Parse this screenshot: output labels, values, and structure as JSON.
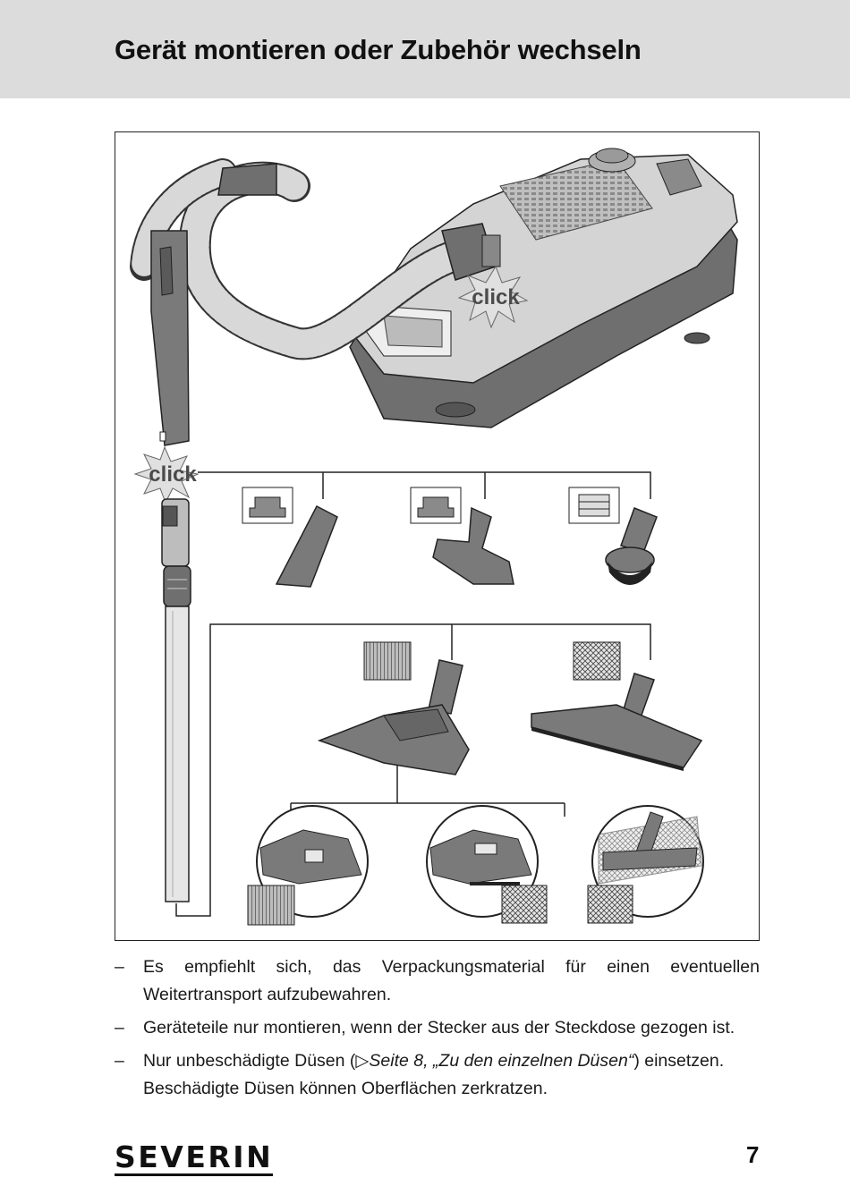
{
  "header": {
    "title": "Gerät montieren oder Zubehör wechseln"
  },
  "figure": {
    "click_label_top": "click",
    "click_label_left": "click"
  },
  "notes": [
    {
      "text": "Es empfiehlt sich, das Verpackungsmaterial für einen eventuellen Weitertransport aufzubewahren."
    },
    {
      "text": "Geräteteile nur montieren, wenn der Stecker aus der Steckdose gezogen ist."
    },
    {
      "before": "Nur unbeschädigte Düsen (",
      "arrow": "▷",
      "ref": "Seite 8, „Zu den einzelnen Düsen“",
      "after": ") einsetzen. Beschädigte Düsen können Oberflächen zerkratzen."
    }
  ],
  "footer": {
    "brand": "SEVERIN",
    "page_number": "7"
  },
  "colors": {
    "header_bg": "#dcdcdc",
    "part_dark": "#7a7a7a",
    "part_light": "#d2d2d2"
  }
}
